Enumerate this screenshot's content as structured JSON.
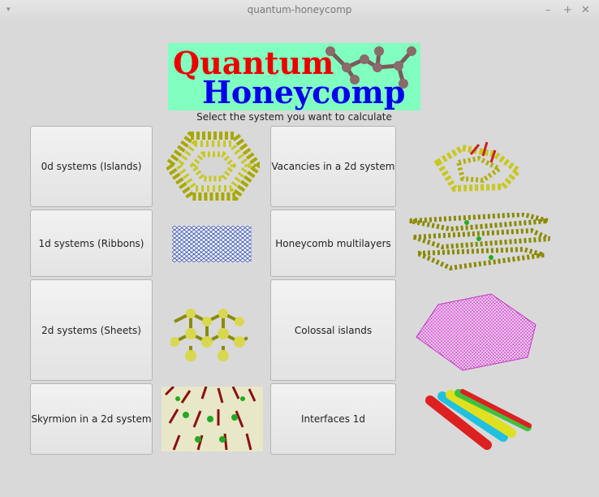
{
  "window": {
    "title": "quantum-honeycomp",
    "menu_icon": "▾",
    "minimize": "–",
    "maximize": "+",
    "close": "✕"
  },
  "logo": {
    "line1": "Quantum",
    "line2": "Honeycomp"
  },
  "subtitle": "Select the system you want to calculate",
  "buttons": [
    {
      "label": "0d systems (Islands)",
      "image": "graphene-island-image"
    },
    {
      "label": "Vacancies in a 2d system",
      "image": "vacancy-lattice-image"
    },
    {
      "label": "1d systems (Ribbons)",
      "image": "ribbon-image"
    },
    {
      "label": "Honeycomb multilayers",
      "image": "multilayer-image"
    },
    {
      "label": "2d systems (Sheets)",
      "image": "sheet-image"
    },
    {
      "label": "Colossal islands",
      "image": "colossal-island-image"
    },
    {
      "label": "Skyrmion in a 2d system",
      "image": "skyrmion-image"
    },
    {
      "label": "Interfaces 1d",
      "image": "interface-tubes-image"
    }
  ]
}
